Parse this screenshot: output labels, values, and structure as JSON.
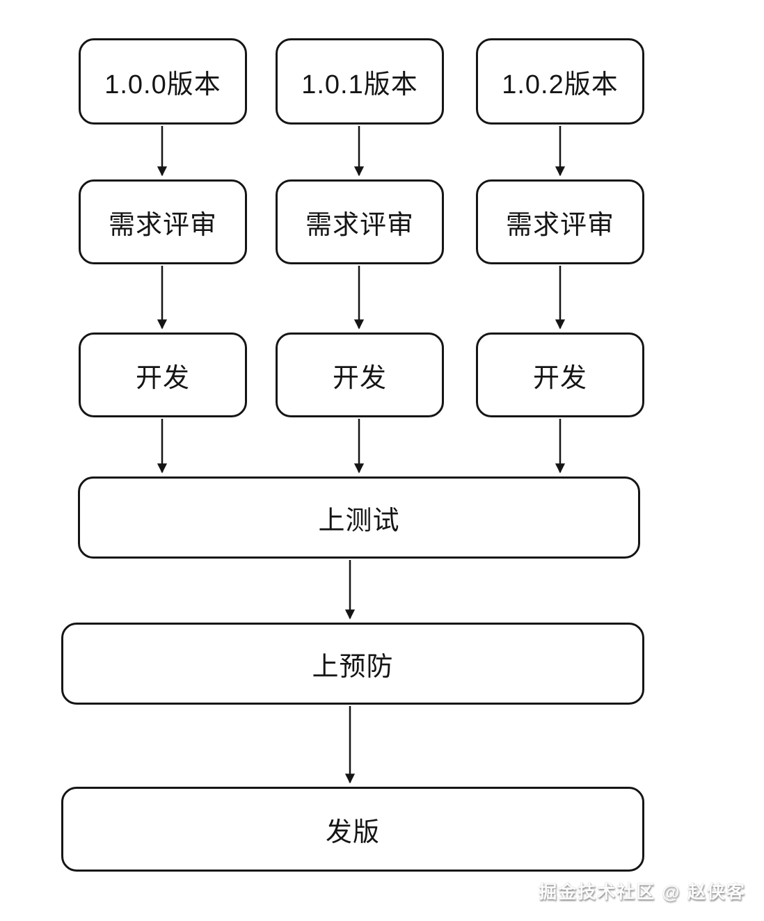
{
  "diagram": {
    "type": "flowchart",
    "nodes": [
      {
        "id": "version-1-0-0",
        "label": "1.0.0版本"
      },
      {
        "id": "version-1-0-1",
        "label": "1.0.1版本"
      },
      {
        "id": "version-1-0-2",
        "label": "1.0.2版本"
      },
      {
        "id": "review-1",
        "label": "需求评审"
      },
      {
        "id": "review-2",
        "label": "需求评审"
      },
      {
        "id": "review-3",
        "label": "需求评审"
      },
      {
        "id": "dev-1",
        "label": "开发"
      },
      {
        "id": "dev-2",
        "label": "开发"
      },
      {
        "id": "dev-3",
        "label": "开发"
      },
      {
        "id": "test",
        "label": "上测试"
      },
      {
        "id": "pre-release",
        "label": "上预防"
      },
      {
        "id": "release",
        "label": "发版"
      }
    ],
    "edges": [
      {
        "from": "version-1-0-0",
        "to": "review-1"
      },
      {
        "from": "version-1-0-1",
        "to": "review-2"
      },
      {
        "from": "version-1-0-2",
        "to": "review-3"
      },
      {
        "from": "review-1",
        "to": "dev-1"
      },
      {
        "from": "review-2",
        "to": "dev-2"
      },
      {
        "from": "review-3",
        "to": "dev-3"
      },
      {
        "from": "dev-1",
        "to": "test"
      },
      {
        "from": "dev-2",
        "to": "test"
      },
      {
        "from": "dev-3",
        "to": "test"
      },
      {
        "from": "test",
        "to": "pre-release"
      },
      {
        "from": "pre-release",
        "to": "release"
      }
    ],
    "watermark": "掘金技术社区 @ 赵侠客",
    "colors": {
      "stroke": "#151515",
      "text": "#151515",
      "background": "#ffffff",
      "watermark_text": "#fbfbfb",
      "watermark_shadow": "#8d8d8d"
    }
  }
}
